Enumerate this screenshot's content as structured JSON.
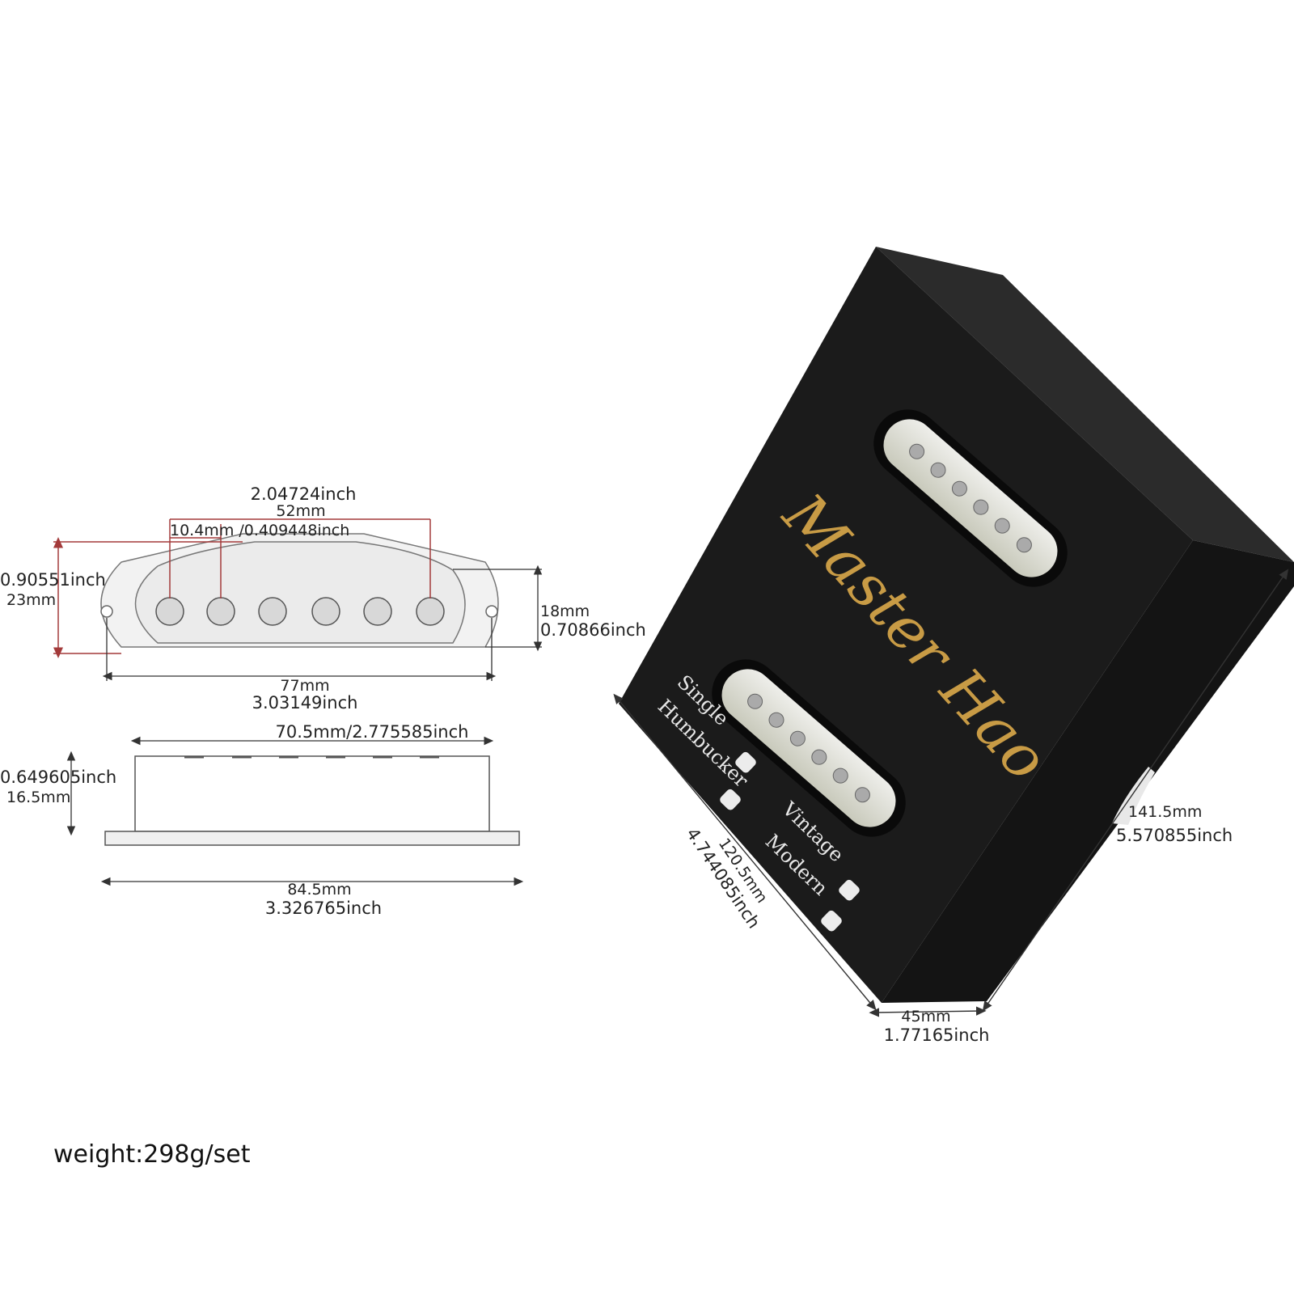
{
  "colors": {
    "dimension_red": "#a33a3a",
    "dimension_gray": "#333333",
    "box_face": "#1b1b1b",
    "box_top": "#2b2b2b",
    "box_side": "#141414",
    "brand_gold": "#c89b45",
    "pickup_cream": "#dcddd2"
  },
  "top_view": {
    "width_52": {
      "inch": "2.04724inch",
      "mm": "52mm"
    },
    "pole_spacing": "10.4mm /0.409448inch",
    "height_23": {
      "inch": "0.90551inch",
      "mm": "23mm"
    },
    "height_18": {
      "mm": "18mm",
      "inch": "0.70866inch"
    },
    "width_77": {
      "mm": "77mm",
      "inch": "3.03149inch"
    }
  },
  "side_view": {
    "top_length": "70.5mm/2.775585inch",
    "height_16": {
      "inch": "0.649605inch",
      "mm": "16.5mm"
    },
    "base_length": {
      "mm": "84.5mm",
      "inch": "3.326765inch"
    }
  },
  "box": {
    "brand": "Master Hao",
    "options_left": [
      "Single",
      "Humbucker"
    ],
    "options_right": [
      "Vintage",
      "Modern"
    ],
    "length": {
      "mm": "120.5mm",
      "inch": "4.744085inch"
    },
    "width": {
      "mm": "141.5mm",
      "inch": "5.570855inch"
    },
    "depth": {
      "mm": "45mm",
      "inch": "1.77165inch"
    }
  },
  "weight": "weight:298g/set"
}
